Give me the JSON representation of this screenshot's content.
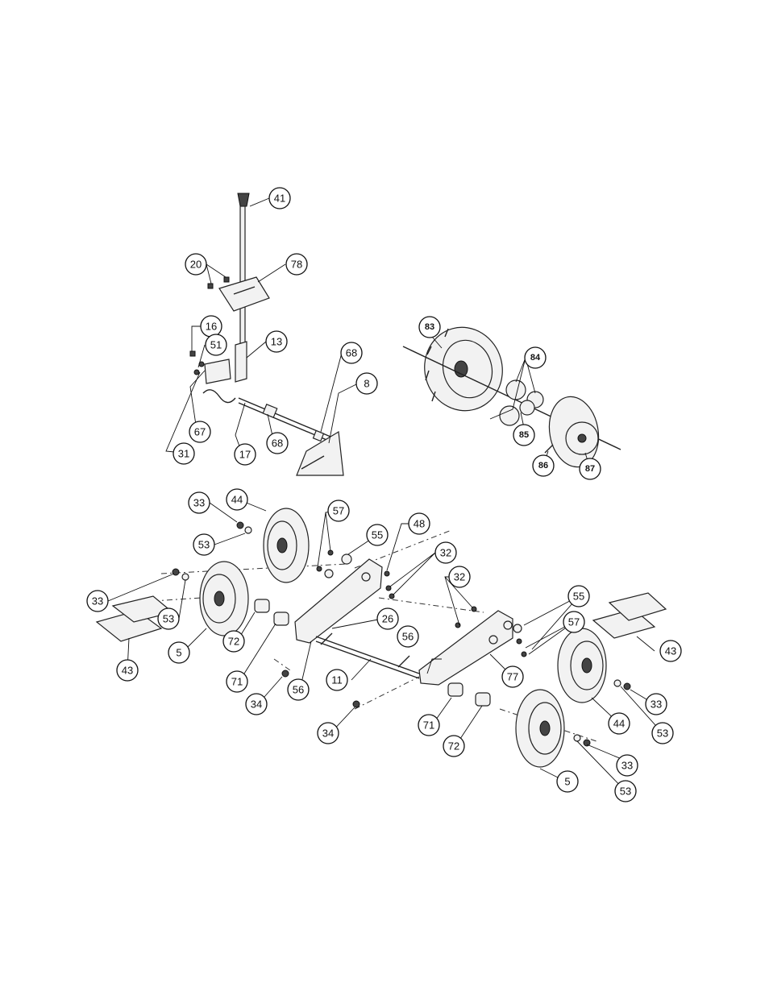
{
  "callouts": [
    {
      "id": "c41a",
      "label": "41"
    },
    {
      "id": "c20a",
      "label": "20"
    },
    {
      "id": "c78a",
      "label": "78"
    },
    {
      "id": "c16a",
      "label": "16"
    },
    {
      "id": "c51a",
      "label": "51"
    },
    {
      "id": "c13a",
      "label": "13"
    },
    {
      "id": "c68a",
      "label": "68"
    },
    {
      "id": "c8a",
      "label": "8"
    },
    {
      "id": "c67a",
      "label": "67"
    },
    {
      "id": "c31a",
      "label": "31"
    },
    {
      "id": "c17a",
      "label": "17"
    },
    {
      "id": "c68b",
      "label": "68"
    },
    {
      "id": "c83a",
      "label": "83"
    },
    {
      "id": "c84a",
      "label": "84"
    },
    {
      "id": "c85a",
      "label": "85"
    },
    {
      "id": "c86a",
      "label": "86"
    },
    {
      "id": "c87a",
      "label": "87"
    },
    {
      "id": "c33a",
      "label": "33"
    },
    {
      "id": "c44a",
      "label": "44"
    },
    {
      "id": "c53a",
      "label": "53"
    },
    {
      "id": "c57a",
      "label": "57"
    },
    {
      "id": "c55a",
      "label": "55"
    },
    {
      "id": "c48a",
      "label": "48"
    },
    {
      "id": "c32a",
      "label": "32"
    },
    {
      "id": "c33b",
      "label": "33"
    },
    {
      "id": "c53b",
      "label": "53"
    },
    {
      "id": "c26a",
      "label": "26"
    },
    {
      "id": "c32b",
      "label": "32"
    },
    {
      "id": "c55b",
      "label": "55"
    },
    {
      "id": "c43a",
      "label": "43"
    },
    {
      "id": "c57b",
      "label": "57"
    },
    {
      "id": "c43b",
      "label": "43"
    },
    {
      "id": "c5a",
      "label": "5"
    },
    {
      "id": "c72a",
      "label": "72"
    },
    {
      "id": "c56a",
      "label": "56"
    },
    {
      "id": "c77a",
      "label": "77"
    },
    {
      "id": "c71a",
      "label": "71"
    },
    {
      "id": "c11a",
      "label": "11"
    },
    {
      "id": "c56b",
      "label": "56"
    },
    {
      "id": "c34a",
      "label": "34"
    },
    {
      "id": "c33c",
      "label": "33"
    },
    {
      "id": "c44b",
      "label": "44"
    },
    {
      "id": "c53c",
      "label": "53"
    },
    {
      "id": "c34b",
      "label": "34"
    },
    {
      "id": "c71b",
      "label": "71"
    },
    {
      "id": "c72b",
      "label": "72"
    },
    {
      "id": "c33d",
      "label": "33"
    },
    {
      "id": "c5b",
      "label": "5"
    },
    {
      "id": "c53d",
      "label": "53"
    }
  ]
}
